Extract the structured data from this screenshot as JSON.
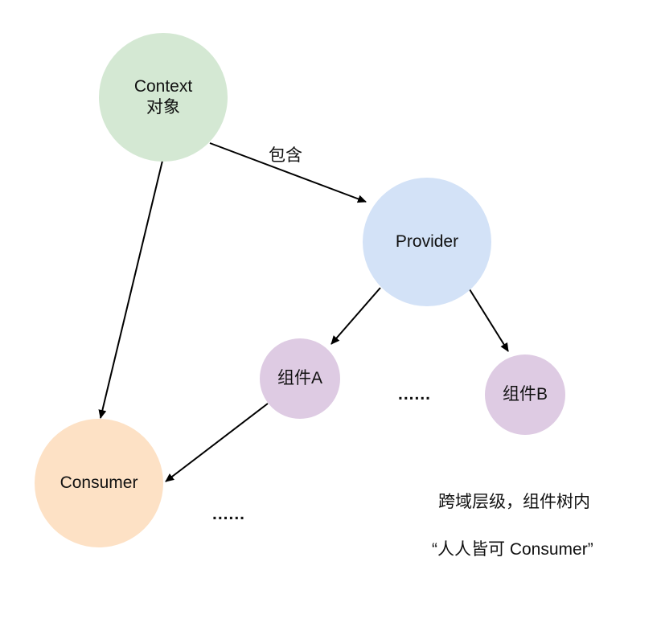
{
  "nodes": {
    "context": {
      "line1": "Context",
      "line2": "对象",
      "color": "#d4e8d3"
    },
    "provider": {
      "label": "Provider",
      "color": "#d3e2f7"
    },
    "component_a": {
      "label": "组件A",
      "color": "#decbe3"
    },
    "component_b": {
      "label": "组件B",
      "color": "#decbe3"
    },
    "consumer": {
      "label": "Consumer",
      "color": "#fde1c5"
    }
  },
  "edges": {
    "contains_label": "包含"
  },
  "ellipsis": {
    "middle": "......",
    "bottom": "......"
  },
  "caption": {
    "line1": "跨域层级，组件树内",
    "line2": "“人人皆可 Consumer”"
  }
}
